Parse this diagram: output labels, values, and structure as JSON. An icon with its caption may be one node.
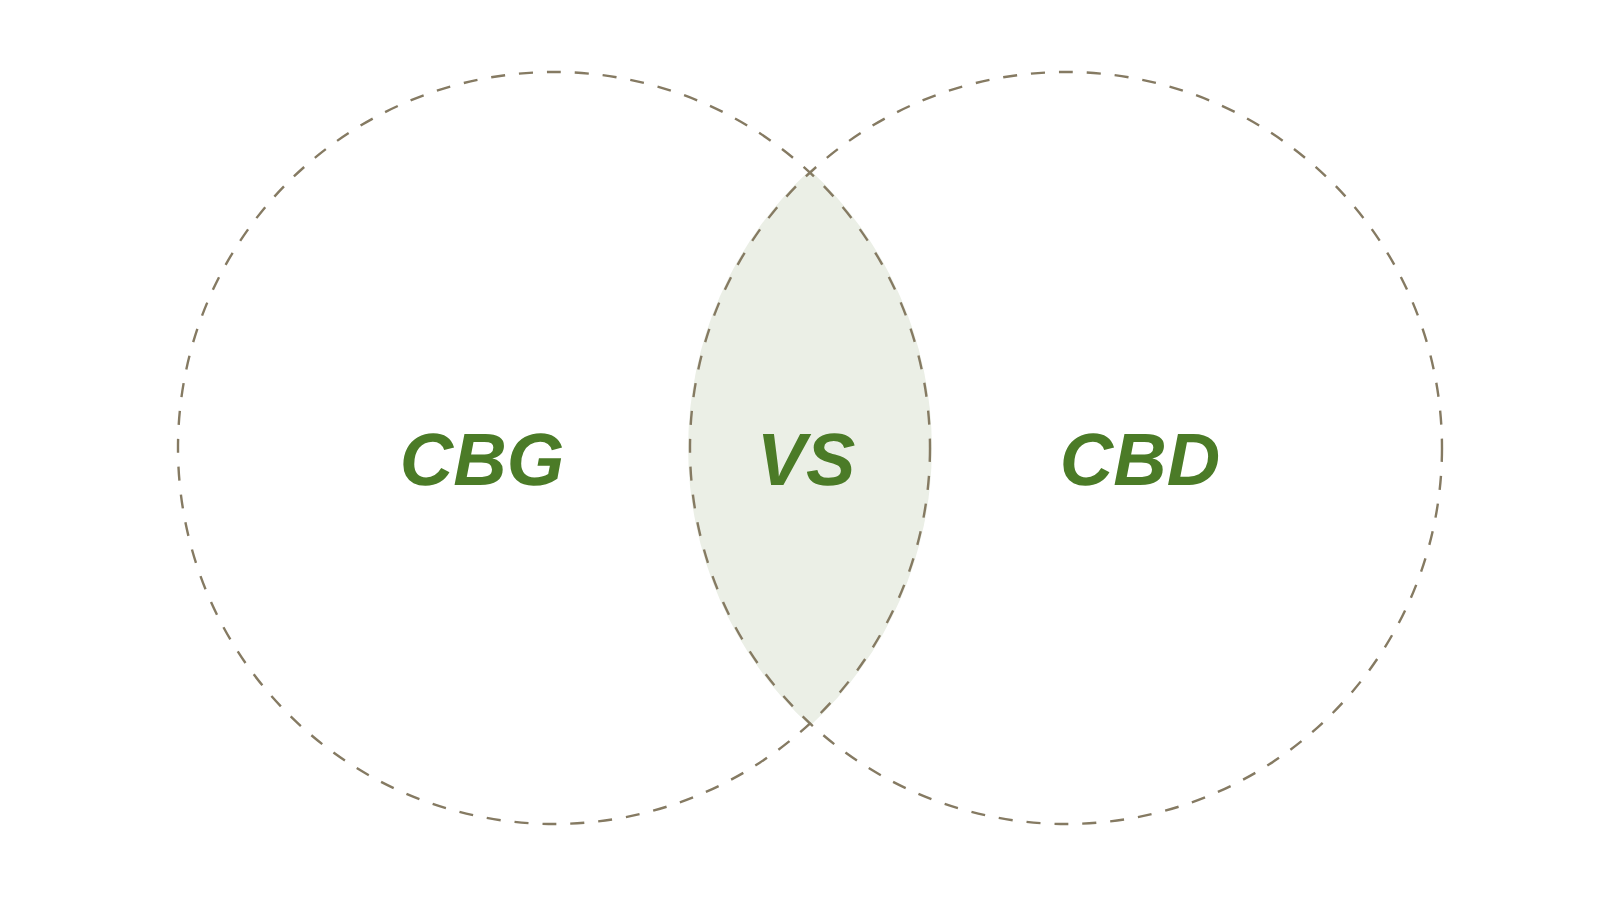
{
  "diagram": {
    "nodes": [
      {
        "text": [
          "CBG"
        ]
      },
      {
        "text": [
          "VS"
        ]
      },
      {
        "text": [
          "CBD"
        ]
      }
    ]
  }
}
